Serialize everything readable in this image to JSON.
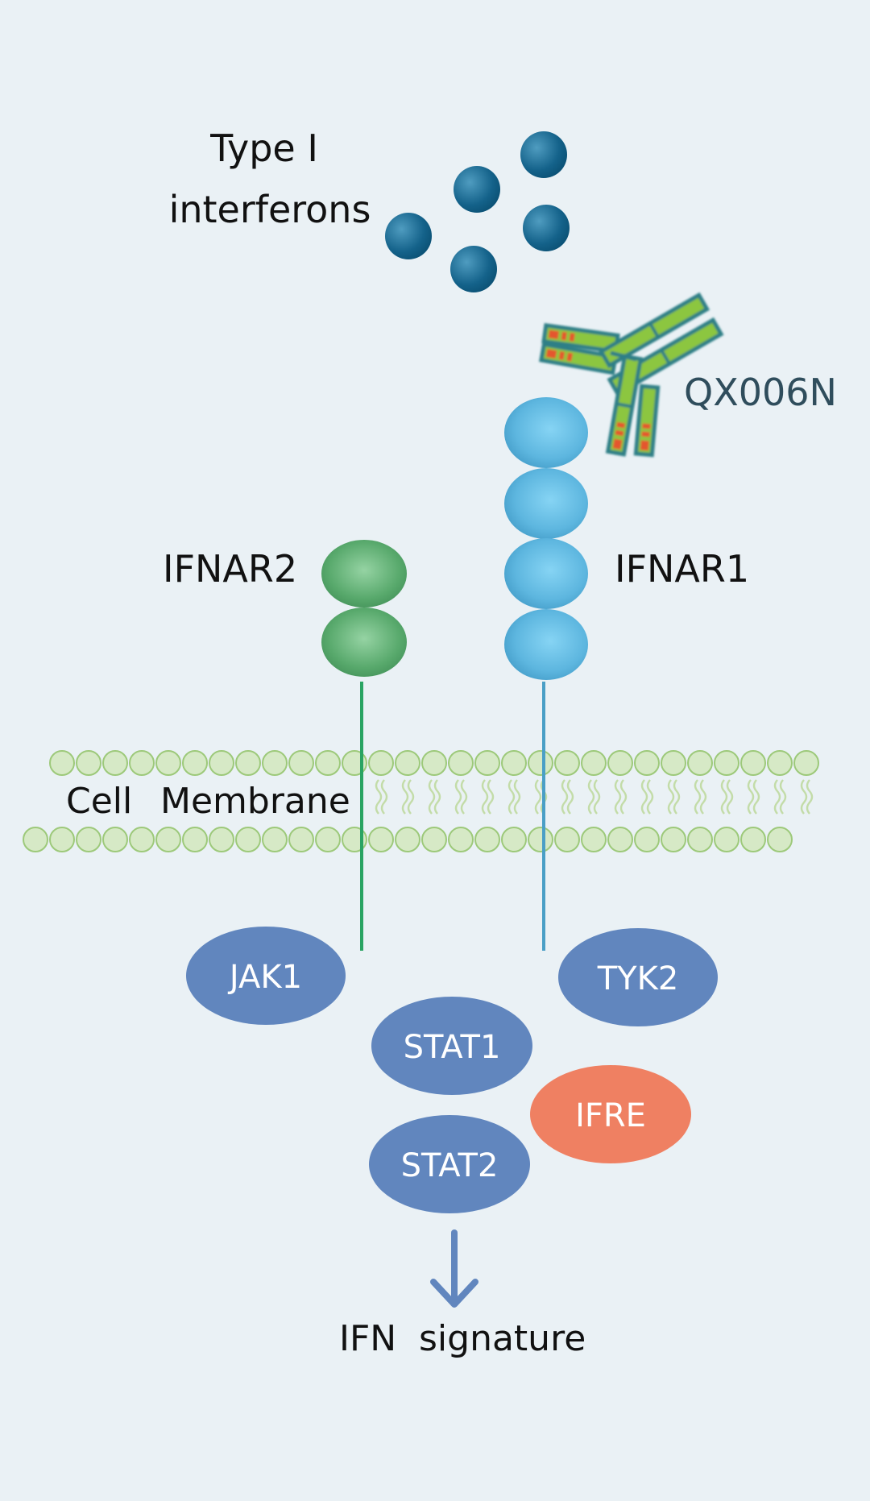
{
  "labels": {
    "type_i_line1": "Type I",
    "type_i_line2": "interferons",
    "antibody": "QX006N",
    "ifnar2": "IFNAR2",
    "ifnar1": "IFNAR1",
    "membrane_word1": "Cell",
    "membrane_word2": "Membrane",
    "jak1": "JAK1",
    "tyk2": "TYK2",
    "stat1": "STAT1",
    "stat2": "STAT2",
    "ifre": "IFRE",
    "output_word1": "IFN",
    "output_word2": "signature"
  },
  "colors": {
    "background": "#eaf1f5",
    "interferon_dark": "#0a4f72",
    "interferon_light": "#4f9cc0",
    "ifnar1_blue": "#4aa3cf",
    "ifnar1_light": "#7dcbed",
    "ifnar2_green": "#3f8f55",
    "ifnar2_light": "#8ecb9c",
    "membrane_green": "#d6e9c6",
    "membrane_stroke": "#9dc97a",
    "kinase_blue": "#6186be",
    "ifre_orange": "#ef8062",
    "arrow_blue": "#6186be",
    "antibody_green": "#8cc63f",
    "antibody_outline": "#2f7f86",
    "antibody_red": "#e4572e",
    "text_dark": "#111111",
    "text_slate": "#2f4d5c",
    "text_white": "#ffffff"
  }
}
